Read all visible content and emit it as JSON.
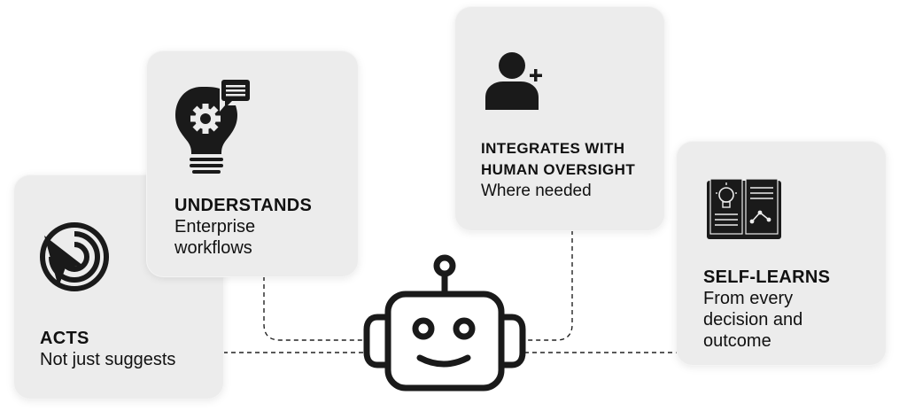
{
  "cards": {
    "acts": {
      "title": "ACTS",
      "subtitle_lines": [
        "Not just suggests"
      ],
      "icon": "navigation-arrow-icon"
    },
    "understands": {
      "title": "UNDERSTANDS",
      "subtitle_lines": [
        "Enterprise",
        "workflows"
      ],
      "icon": "lightbulb-gear-icon"
    },
    "integrates": {
      "title_lines": [
        "INTEGRATES WITH",
        "HUMAN OVERSIGHT"
      ],
      "subtitle_lines": [
        "Where needed"
      ],
      "icon": "add-user-icon"
    },
    "selflearns": {
      "title": "SELF-LEARNS",
      "subtitle_lines": [
        "From every",
        "decision and",
        "outcome"
      ],
      "icon": "open-book-icon"
    }
  },
  "center": {
    "icon": "robot-icon"
  },
  "colors": {
    "card_bg": "#ececec",
    "icon": "#1a1a1a",
    "connector": "#222222"
  }
}
